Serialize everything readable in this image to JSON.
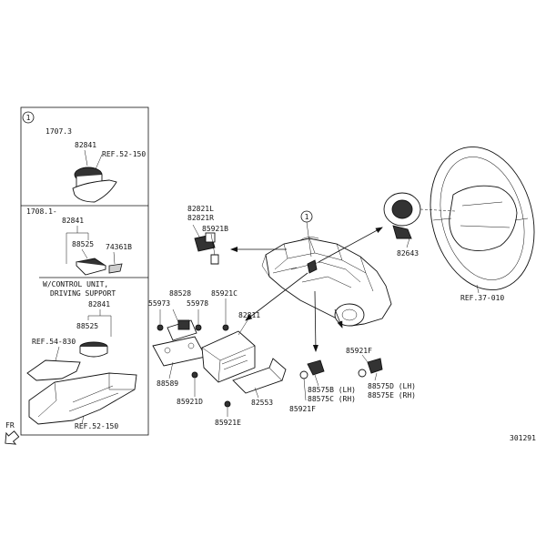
{
  "callout": "1",
  "inset": {
    "section1_ref": "1707.3",
    "section1_part": "82841",
    "section1_partref": "REF.52-150",
    "section2_ref": "1708.1-",
    "section2_part": "82841",
    "section2_part2": "88525",
    "section2_part3": "74361B",
    "section3_note1": "W/CONTROL UNIT,",
    "section3_note2": "DRIVING SUPPORT",
    "section3_part": "82841",
    "section3_part2": "88525",
    "section3_ref1": "REF.54-830",
    "section3_ref2": "REF.52-150"
  },
  "labels": {
    "p82821L": "82821L",
    "p82821R": "82821R",
    "p85921B": "85921B",
    "p82643": "82643",
    "ref_wheel": "REF.37-010",
    "p88528": "88528",
    "p55973": "55973",
    "p55978": "55978",
    "p85921C": "85921C",
    "p82811": "82811",
    "p88589": "88589",
    "p85921D": "85921D",
    "p82553": "82553",
    "p85921E": "85921E",
    "p85921F_a": "85921F",
    "p85921F_b": "85921F",
    "p88575B": "88575B (LH)",
    "p88575C": "88575C (RH)",
    "p88575D": "88575D (LH)",
    "p88575E": "88575E (RH)"
  },
  "fr_label": "FR",
  "diagram_id": "301291"
}
